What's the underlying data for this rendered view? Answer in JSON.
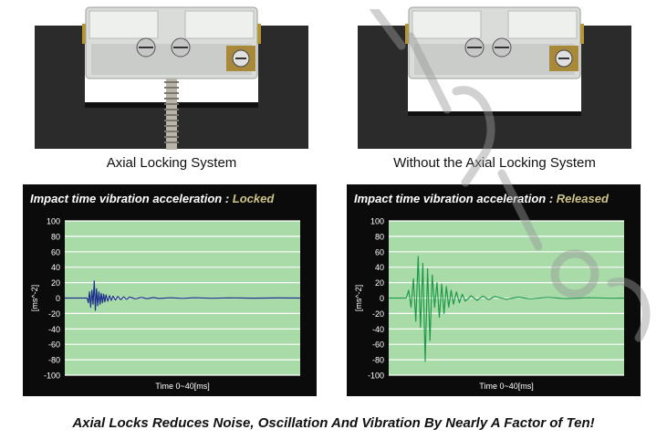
{
  "captions": {
    "left": "Axial Locking System",
    "right": "Without the Axial Locking System"
  },
  "footer": "Axial Locks Reduces Noise, Oscillation And Vibration By Nearly A Factor of Ten!",
  "colors": {
    "plot_bg": "#a8dba8",
    "panel_bg": "#0b0b0b",
    "state_text": "#cfc48a",
    "locked_series": "#1c2f8a",
    "released_series": "#1f9a4a"
  },
  "chart_data": [
    {
      "type": "line",
      "title_prefix": "Impact time vibration acceleration : ",
      "title_state": "Locked",
      "xlabel": "Time  0~40[ms]",
      "ylabel": "[ms^-2]",
      "xlim": [
        0,
        40
      ],
      "ylim": [
        -100,
        100
      ],
      "yticks": [
        "100",
        "80",
        "60",
        "40",
        "20",
        "0",
        "-20",
        "-40",
        "-60",
        "-80",
        "-100"
      ],
      "grid": true,
      "series": [
        {
          "color": "#1c2f8a",
          "x": [
            0,
            3.8,
            4.0,
            4.2,
            4.4,
            4.6,
            4.8,
            5.0,
            5.2,
            5.4,
            5.6,
            5.8,
            6.0,
            6.2,
            6.4,
            6.6,
            6.8,
            7.0,
            7.3,
            7.6,
            7.9,
            8.2,
            8.6,
            9.0,
            9.5,
            10.0,
            10.5,
            11,
            12,
            13,
            14,
            15,
            16,
            18,
            20,
            22,
            25,
            28,
            32,
            36,
            40
          ],
          "y": [
            0,
            0,
            -6,
            8,
            -12,
            10,
            -8,
            22,
            -16,
            12,
            -10,
            8,
            -8,
            6,
            -6,
            5,
            -5,
            4,
            -4,
            3,
            -3,
            2.5,
            -2.5,
            2,
            -2,
            1.5,
            -1.5,
            1.2,
            -1,
            0.8,
            -0.7,
            0.6,
            -0.5,
            0.4,
            -0.3,
            0.3,
            -0.2,
            0.2,
            -0.1,
            0.1,
            0
          ]
        }
      ]
    },
    {
      "type": "line",
      "title_prefix": "Impact time vibration acceleration : ",
      "title_state": "Released",
      "xlabel": "Time  0~40[ms]",
      "ylabel": "[ms^-2]",
      "xlim": [
        0,
        40
      ],
      "ylim": [
        -100,
        100
      ],
      "yticks": [
        "100",
        "80",
        "60",
        "40",
        "20",
        "0",
        "-20",
        "-40",
        "-60",
        "-80",
        "-100"
      ],
      "grid": true,
      "series": [
        {
          "color": "#1f9a4a",
          "x": [
            0,
            3.0,
            3.4,
            3.8,
            4.2,
            4.6,
            5.0,
            5.4,
            5.8,
            6.2,
            6.6,
            7.0,
            7.4,
            7.8,
            8.2,
            8.6,
            9.0,
            9.4,
            9.8,
            10.2,
            10.6,
            11.0,
            11.5,
            12.0,
            12.5,
            13,
            14,
            15,
            16,
            17,
            18,
            20,
            22,
            24,
            27,
            30,
            34,
            38,
            40
          ],
          "y": [
            0,
            0,
            10,
            -12,
            25,
            -30,
            54,
            -38,
            45,
            -82,
            38,
            -55,
            30,
            -12,
            20,
            -25,
            18,
            -20,
            15,
            -12,
            10,
            -8,
            8,
            -6,
            5,
            -4,
            3,
            -3,
            2.5,
            -2,
            2,
            -1.5,
            1.2,
            -1,
            0.8,
            -0.6,
            0.4,
            -0.2,
            0
          ]
        }
      ]
    }
  ]
}
